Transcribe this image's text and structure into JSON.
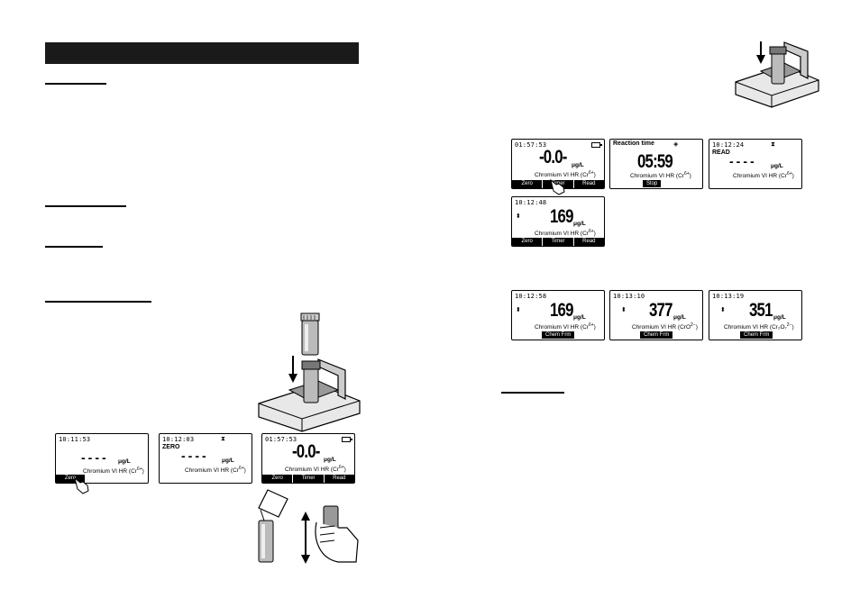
{
  "unit": "μg/L",
  "param_cr6": "Chromium VI HR (Cr",
  "param_cr6_sup": "6+",
  "param_cr6_close": ")",
  "screens_left": [
    {
      "time": "10:11:53",
      "softkey": "Zero"
    },
    {
      "time": "10:12:03",
      "status": "ZERO",
      "icon": "⧗"
    },
    {
      "time": "01:57:53",
      "value": "-0.0-",
      "softkeys": [
        "Zero",
        "Timer",
        "Read"
      ]
    }
  ],
  "screens_right_top": [
    {
      "time": "01:57:53",
      "value": "-0.0-",
      "softkeys": [
        "Zero",
        "Timer",
        "Read"
      ]
    },
    {
      "title": "Reaction time",
      "icon": "◈",
      "value": "05:59",
      "softkey": "Stop"
    },
    {
      "time": "10:12:24",
      "status": "READ",
      "icon": "⧗"
    },
    {
      "time": "10:12:48",
      "value": "169",
      "softkeys": [
        "Zero",
        "Timer",
        "Read"
      ]
    }
  ],
  "screens_right_bottom": [
    {
      "time": "10:12:58",
      "value": "169",
      "param": "Chromium VI HR (Cr",
      "sup": "6+",
      "close": ")",
      "chip": "Chem Frm"
    },
    {
      "time": "10:13:10",
      "value": "377",
      "param": "Chromium VI HR (CrO",
      "sup": "2−",
      "close": ")",
      "chip": "Chem Frm"
    },
    {
      "time": "10:13:19",
      "value": "351",
      "param": "Chromium VI HR (Cr₂O₇",
      "sup": "2−",
      "close": ")",
      "chip": "Chem Frm"
    }
  ],
  "icons": {
    "arrow": "down-arrow-icon",
    "hand": "pointing-hand-icon",
    "battery": "battery-icon",
    "updown": "up-down-arrows-icon"
  }
}
